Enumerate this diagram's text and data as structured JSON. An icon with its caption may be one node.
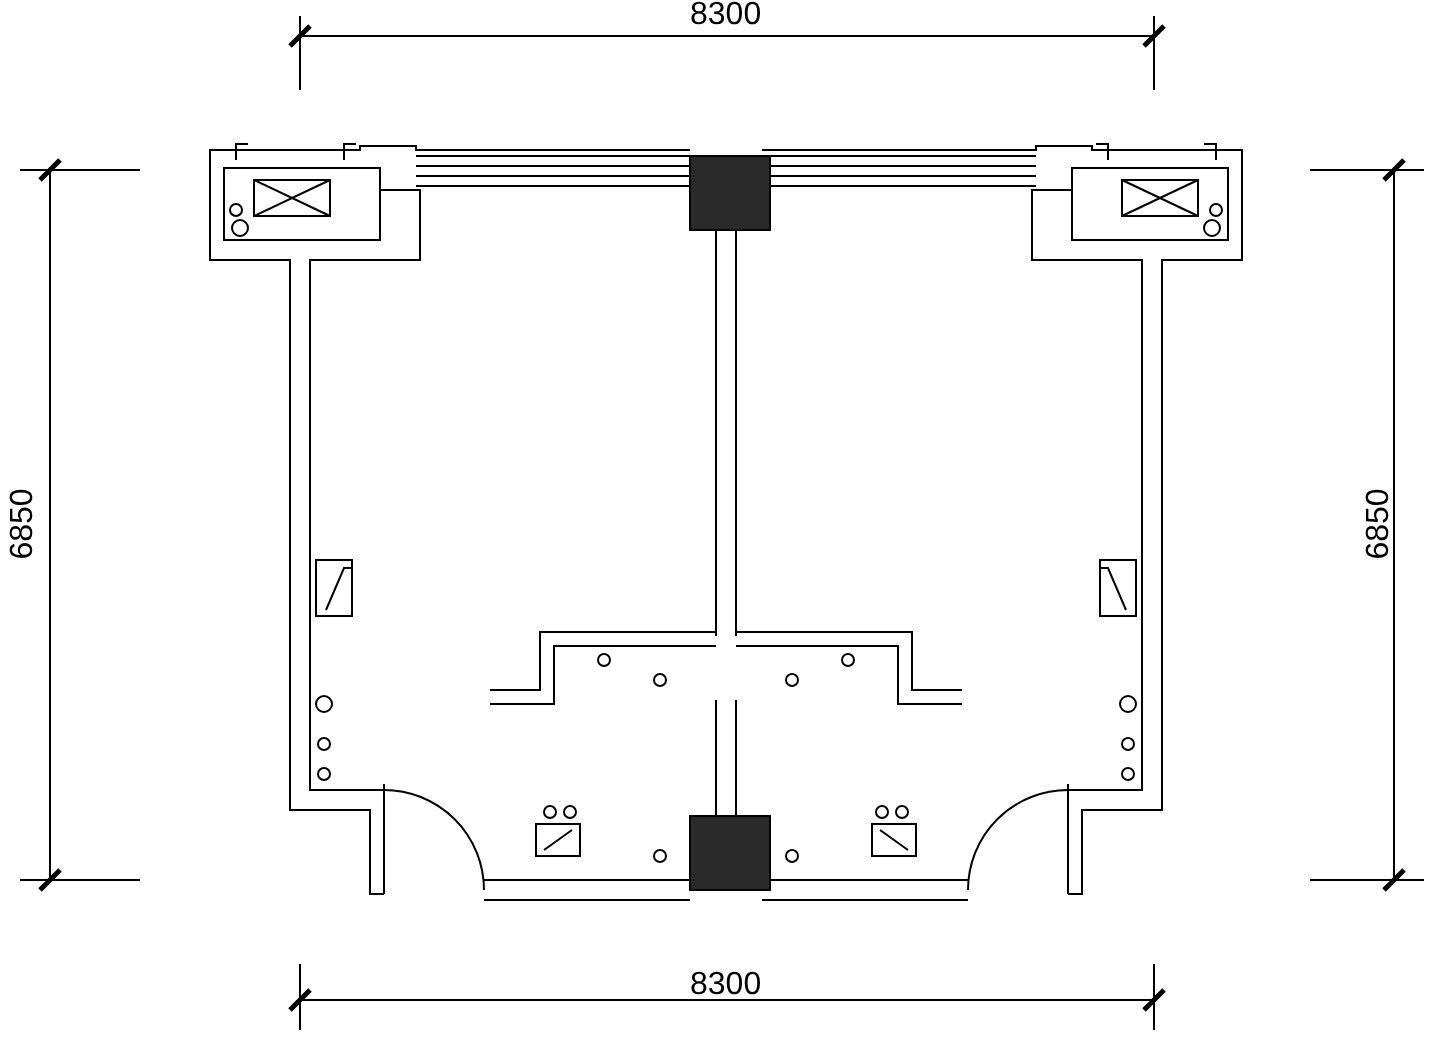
{
  "diagram": {
    "labels": [
      "8300",
      "6850",
      "6850",
      "8300"
    ]
  }
}
